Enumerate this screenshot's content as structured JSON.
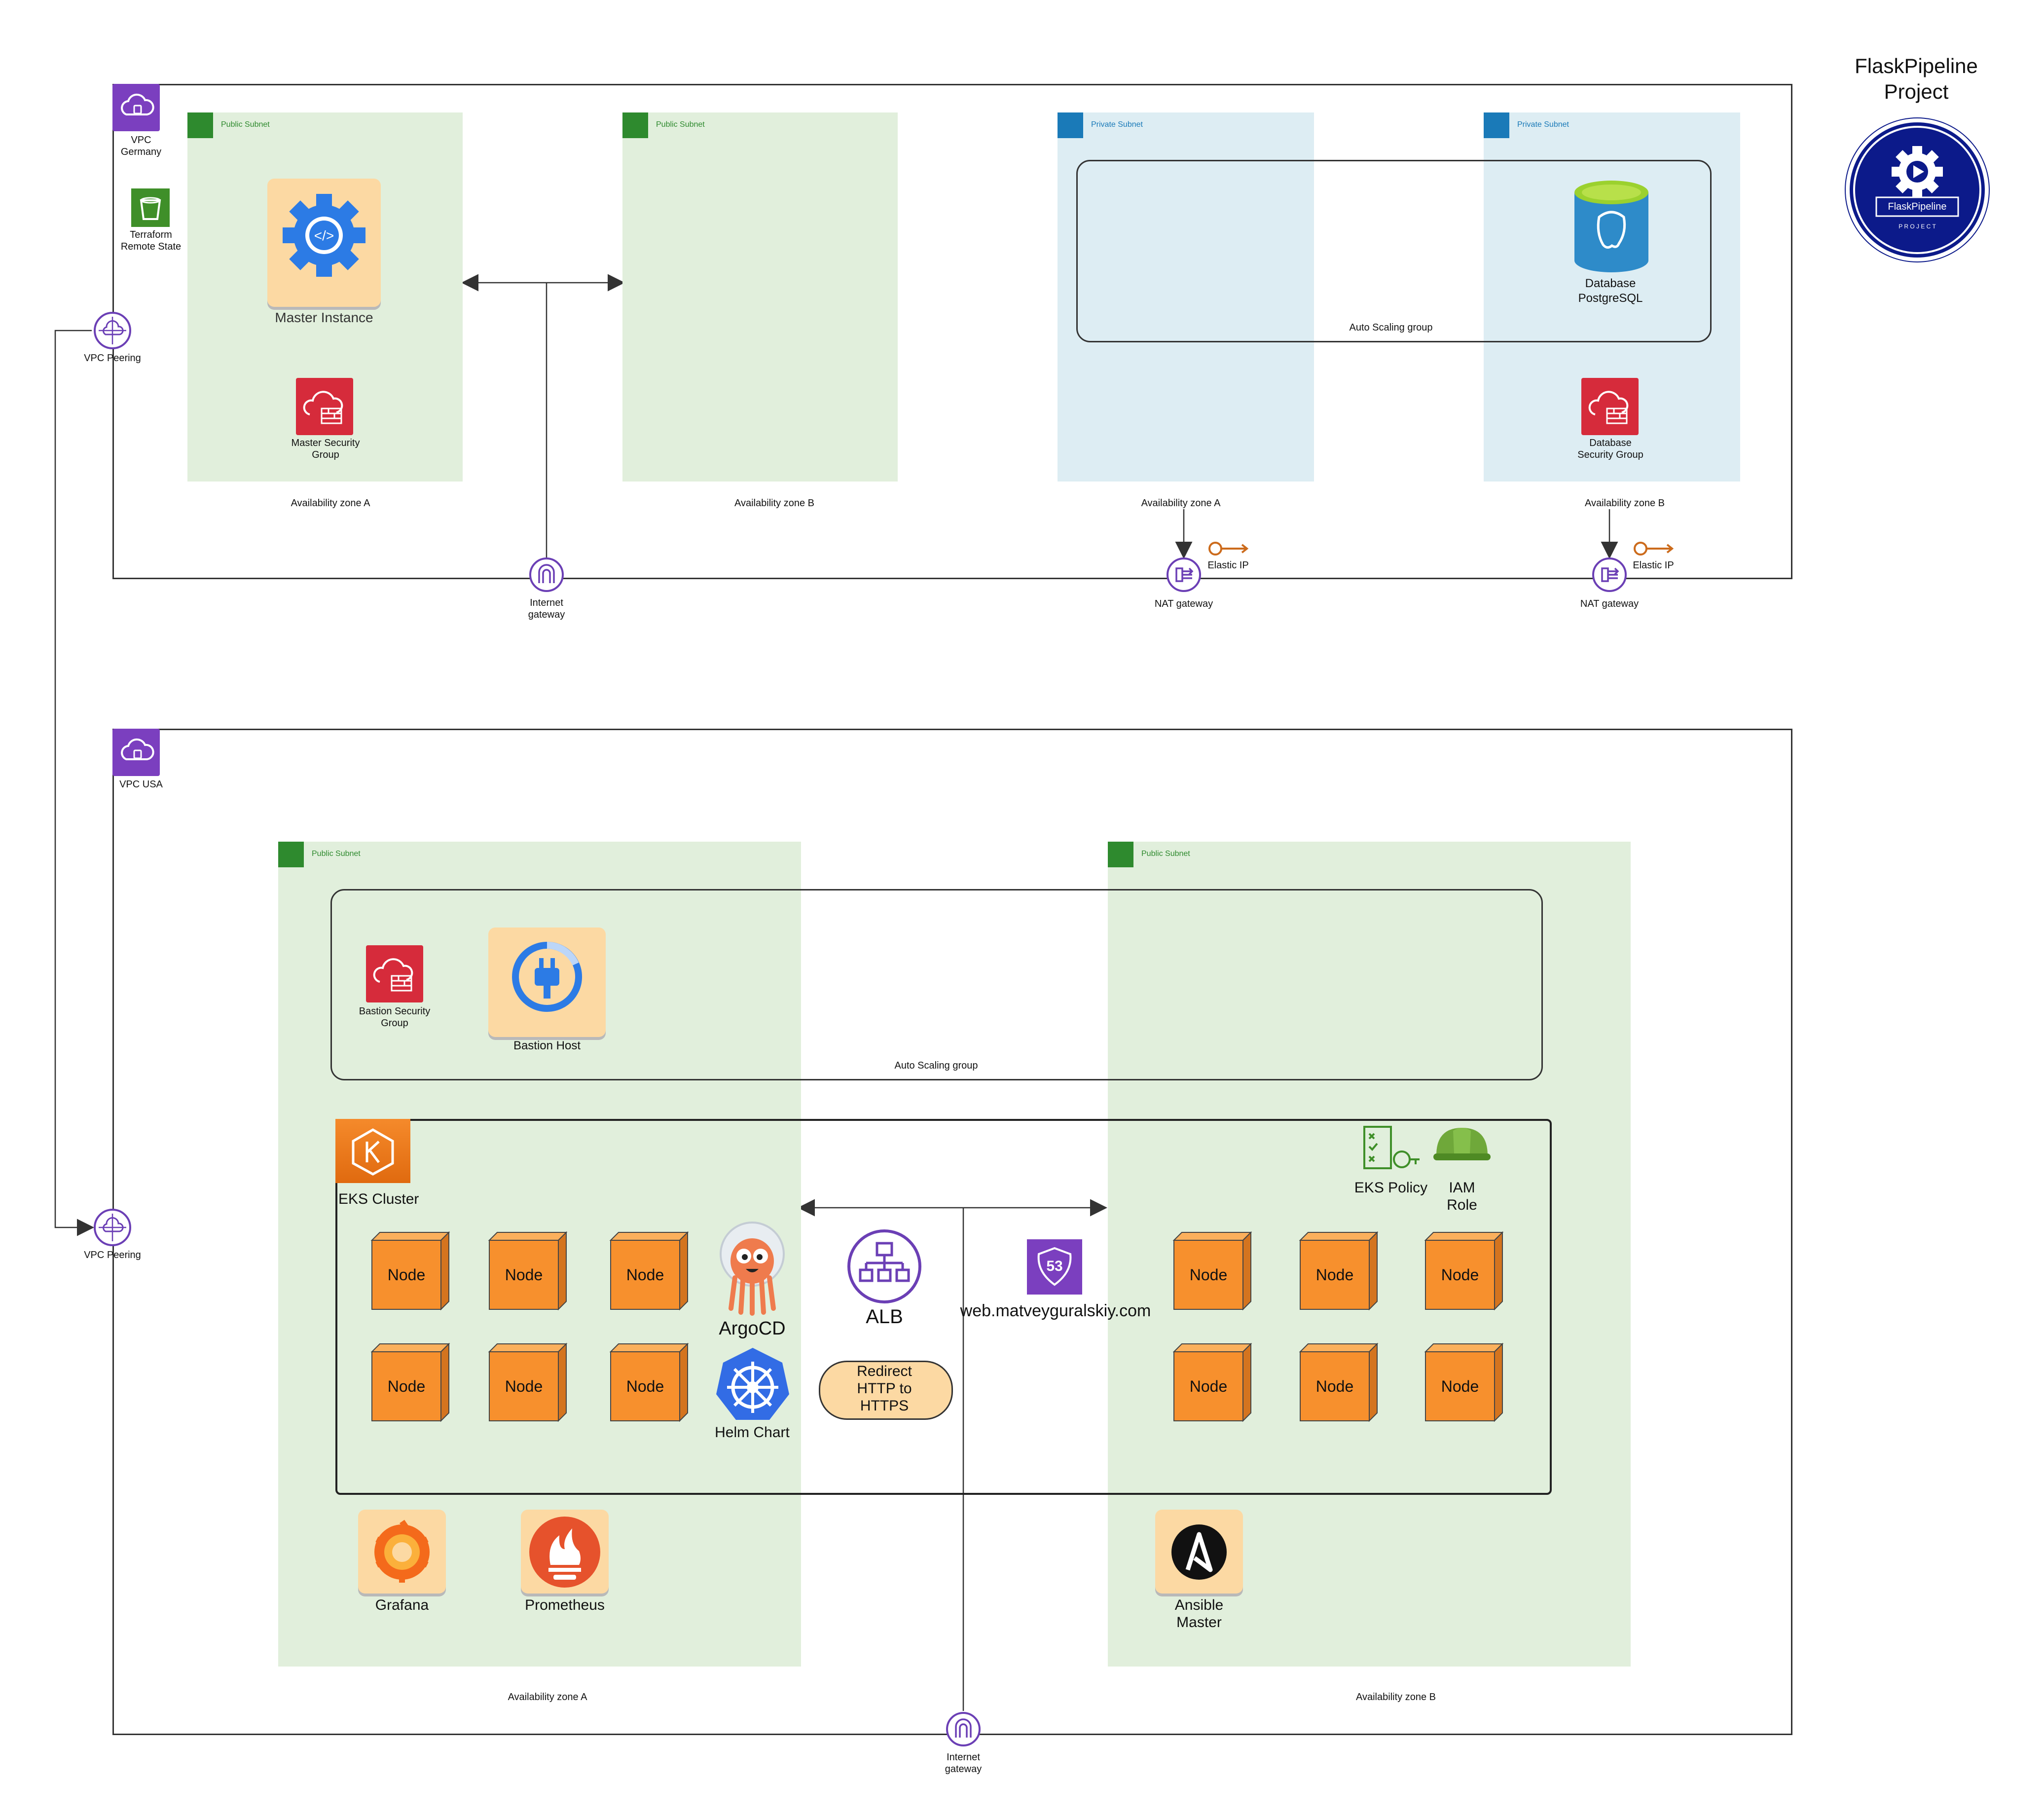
{
  "logo": {
    "title_line1": "FlaskPipeline",
    "title_line2": "Project",
    "badge_text": "FlaskPipeline",
    "badge_sub": "P R O J E C T"
  },
  "vpc_germany": {
    "label_line1": "VPC",
    "label_line2": "Germany",
    "terraform_line1": "Terraform",
    "terraform_line2": "Remote State",
    "peering": "VPC Peering",
    "subnets": [
      {
        "type": "Public Subnet",
        "az": "Availability zone A"
      },
      {
        "type": "Public Subnet",
        "az": "Availability zone B"
      },
      {
        "type": "Private Subnet",
        "az": "Availability zone A"
      },
      {
        "type": "Private Subnet",
        "az": "Availability zone B"
      }
    ],
    "master_instance": "Master Instance",
    "master_sg_line1": "Master Security",
    "master_sg_line2": "Group",
    "asg": "Auto Scaling group",
    "db_line1": "Database",
    "db_line2": "PostgreSQL",
    "db_sg_line1": "Database",
    "db_sg_line2": "Security Group",
    "igw_line1": "Internet",
    "igw_line2": "gateway",
    "nat": "NAT gateway",
    "eip": "Elastic IP"
  },
  "vpc_usa": {
    "label": "VPC USA",
    "peering": "VPC Peering",
    "subnets": [
      {
        "type": "Public Subnet",
        "az": "Availability zone A"
      },
      {
        "type": "Public Subnet",
        "az": "Availability zone B"
      }
    ],
    "bastion_sg_line1": "Bastion Security",
    "bastion_sg_line2": "Group",
    "bastion_host": "Bastion Host",
    "asg": "Auto Scaling group",
    "eks_cluster": "EKS Cluster",
    "eks_policy": "EKS Policy",
    "iam_line1": "IAM",
    "iam_line2": "Role",
    "node": "Node",
    "argocd": "ArgoCD",
    "helm": "Helm Chart",
    "alb": "ALB",
    "redirect_line1": "Redirect",
    "redirect_line2": "HTTP to",
    "redirect_line3": "HTTPS",
    "domain": "web.matveyguralskiy.com",
    "route53": "53",
    "grafana": "Grafana",
    "prometheus": "Prometheus",
    "ansible_line1": "Ansible",
    "ansible_line2": "Master",
    "igw_line1": "Internet",
    "igw_line2": "gateway"
  },
  "colors": {
    "public_subnet": "#e1efdc",
    "private_subnet": "#ddedf3",
    "vpc_purple": "#7b3fbf",
    "security_red": "#d62b3b",
    "node_orange": "#f7902d",
    "logo_navy": "#0c1a8a"
  }
}
